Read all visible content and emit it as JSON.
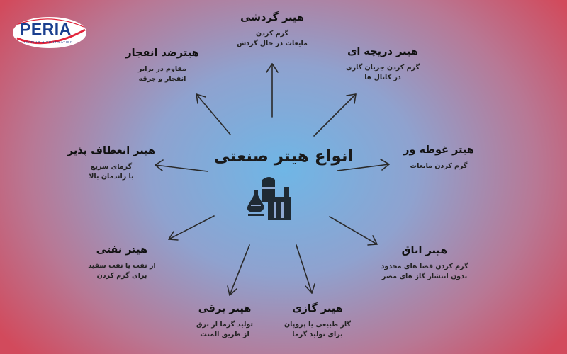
{
  "logo": {
    "name": "PERIA",
    "tagline": "HEATING & VENTILATION"
  },
  "center": {
    "title": "انواع هیتر صنعتی",
    "icon": "industrial-plant-icon"
  },
  "nodes": [
    {
      "key": "circulation",
      "title": "هیتر گردشی",
      "desc1": "گرم کردن",
      "desc2": "مایعات در حال گردش"
    },
    {
      "key": "duct",
      "title": "هیتر دریچه ای",
      "desc1": "گرم کردن جریان گازی",
      "desc2": "در کانال ها"
    },
    {
      "key": "immersion",
      "title": "هیتر غوطه ور",
      "desc1": "گرم کردن مایعات",
      "desc2": ""
    },
    {
      "key": "room",
      "title": "هیتر اتاق",
      "desc1": "گرم کردن فضا های محدود",
      "desc2": "بدون انتشار گاز های مضر"
    },
    {
      "key": "gas",
      "title": "هیتر گازی",
      "desc1": "گاز طبیعی یا پروپان",
      "desc2": "برای تولید گرما"
    },
    {
      "key": "electric",
      "title": "هیتر برقی",
      "desc1": "تولید گرما از برق",
      "desc2": "از طریق المنت"
    },
    {
      "key": "oil",
      "title": "هیتر نفتی",
      "desc1": "از نفت یا نفت سفید",
      "desc2": "برای گرم کردن"
    },
    {
      "key": "flexible",
      "title": "هیتر انعطاف پذیر",
      "desc1": "گرمای سریع",
      "desc2": "با راندمان بالا"
    },
    {
      "key": "explosion-proof",
      "title": "هیترضد انفجار",
      "desc1": "مقاوم در برابر",
      "desc2": "انفجار و جرقه"
    }
  ]
}
